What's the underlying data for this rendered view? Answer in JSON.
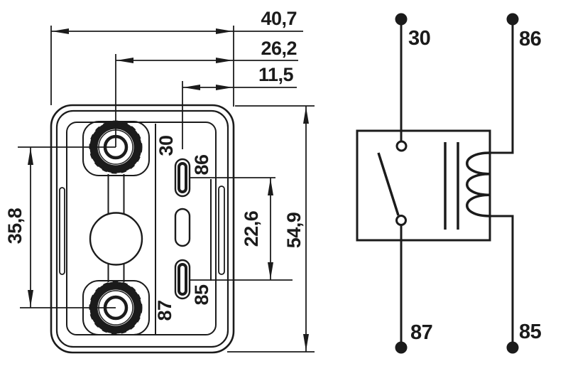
{
  "colors": {
    "ink": "#1b1b1b",
    "background": "#ffffff"
  },
  "dimension_drawing": {
    "description": "relay base bottom view with millimeter dimensions",
    "dims": {
      "total_width_mm": "40,7",
      "nut_to_edge_mm": "26,2",
      "terminal_to_edge_mm": "11,5",
      "nut_spacing_mm": "35,8",
      "terminal_spacing_mm": "22,6",
      "total_height_mm": "54,9"
    },
    "terminals": {
      "t30": "30",
      "t86": "86",
      "t87": "87",
      "t85": "85"
    }
  },
  "schematic": {
    "description": "relay circuit diagram",
    "terminals": {
      "t30": "30",
      "t86": "86",
      "t87": "87",
      "t85": "85"
    }
  }
}
